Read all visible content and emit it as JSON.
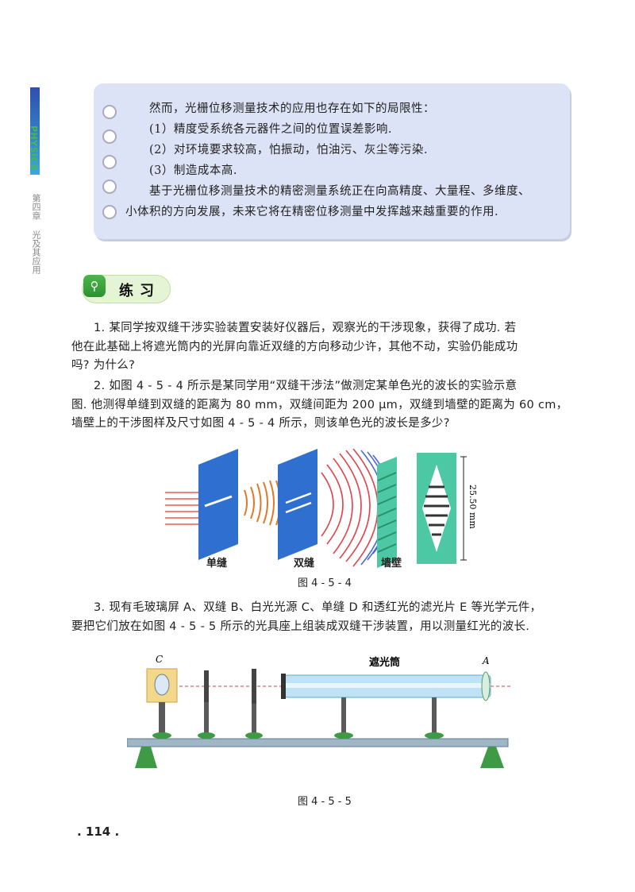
{
  "sidebar": {
    "physics": "PHYSICS",
    "chapter": "第四章",
    "chapter_title": "光及其应用"
  },
  "note": {
    "lines": [
      "然而，光栅位移测量技术的应用也存在如下的局限性：",
      "(1）精度受系统各元器件之间的位置误差影响.",
      "(2）对环境要求较高，怕振动，怕油污、灰尘等污染.",
      "(3）制造成本高.",
      "基于光栅位移测量技术的精密测量系统正在向高精度、大量程、多维度、",
      "小体积的方向发展，未来它将在精密位移测量中发挥越来越重要的作用."
    ]
  },
  "practice": {
    "label": "练习",
    "icon": "magnifier-icon"
  },
  "questions": {
    "q1": [
      "1. 某同学按双缝干涉实验装置安装好仪器后，观察光的干涉现象，获得了成功. 若",
      "他在此基础上将遮光筒内的光屏向靠近双缝的方向移动少许，其他不动，实验仍能成功",
      "吗? 为什么?"
    ],
    "q2": [
      "2. 如图 4 - 5 - 4 所示是某同学用“双缝干涉法”做测定某单色光的波长的实验示意",
      "图. 他测得单缝到双缝的距离为 80 mm，双缝间距为 200 μm，双缝到墙壁的距离为 60 cm，",
      "墙壁上的干涉图样及尺寸如图 4 - 5 - 4 所示，则该单色光的波长是多少?"
    ],
    "q3": [
      "3. 现有毛玻璃屏 A、双缝 B、白光光源 C、单缝 D 和透红光的滤光片 E 等光学元件，",
      "要把它们放在如图 4 - 5 - 5 所示的光具座上组装成双缝干涉装置，用以测量红光的波长."
    ]
  },
  "figure1": {
    "label_single": "单缝",
    "label_double": "双缝",
    "label_wall": "墙壁",
    "dimension": "25.50 mm",
    "caption": "图 4 - 5 - 4"
  },
  "figure2": {
    "label_c": "C",
    "label_a": "A",
    "label_tube": "遮光筒",
    "caption": "图 4 - 5 - 5"
  },
  "page": {
    "number": ". 114 ."
  },
  "colors": {
    "accent_blue": "#2f5fb8",
    "green": "#49b848",
    "note_bg": "#dde3f6"
  }
}
